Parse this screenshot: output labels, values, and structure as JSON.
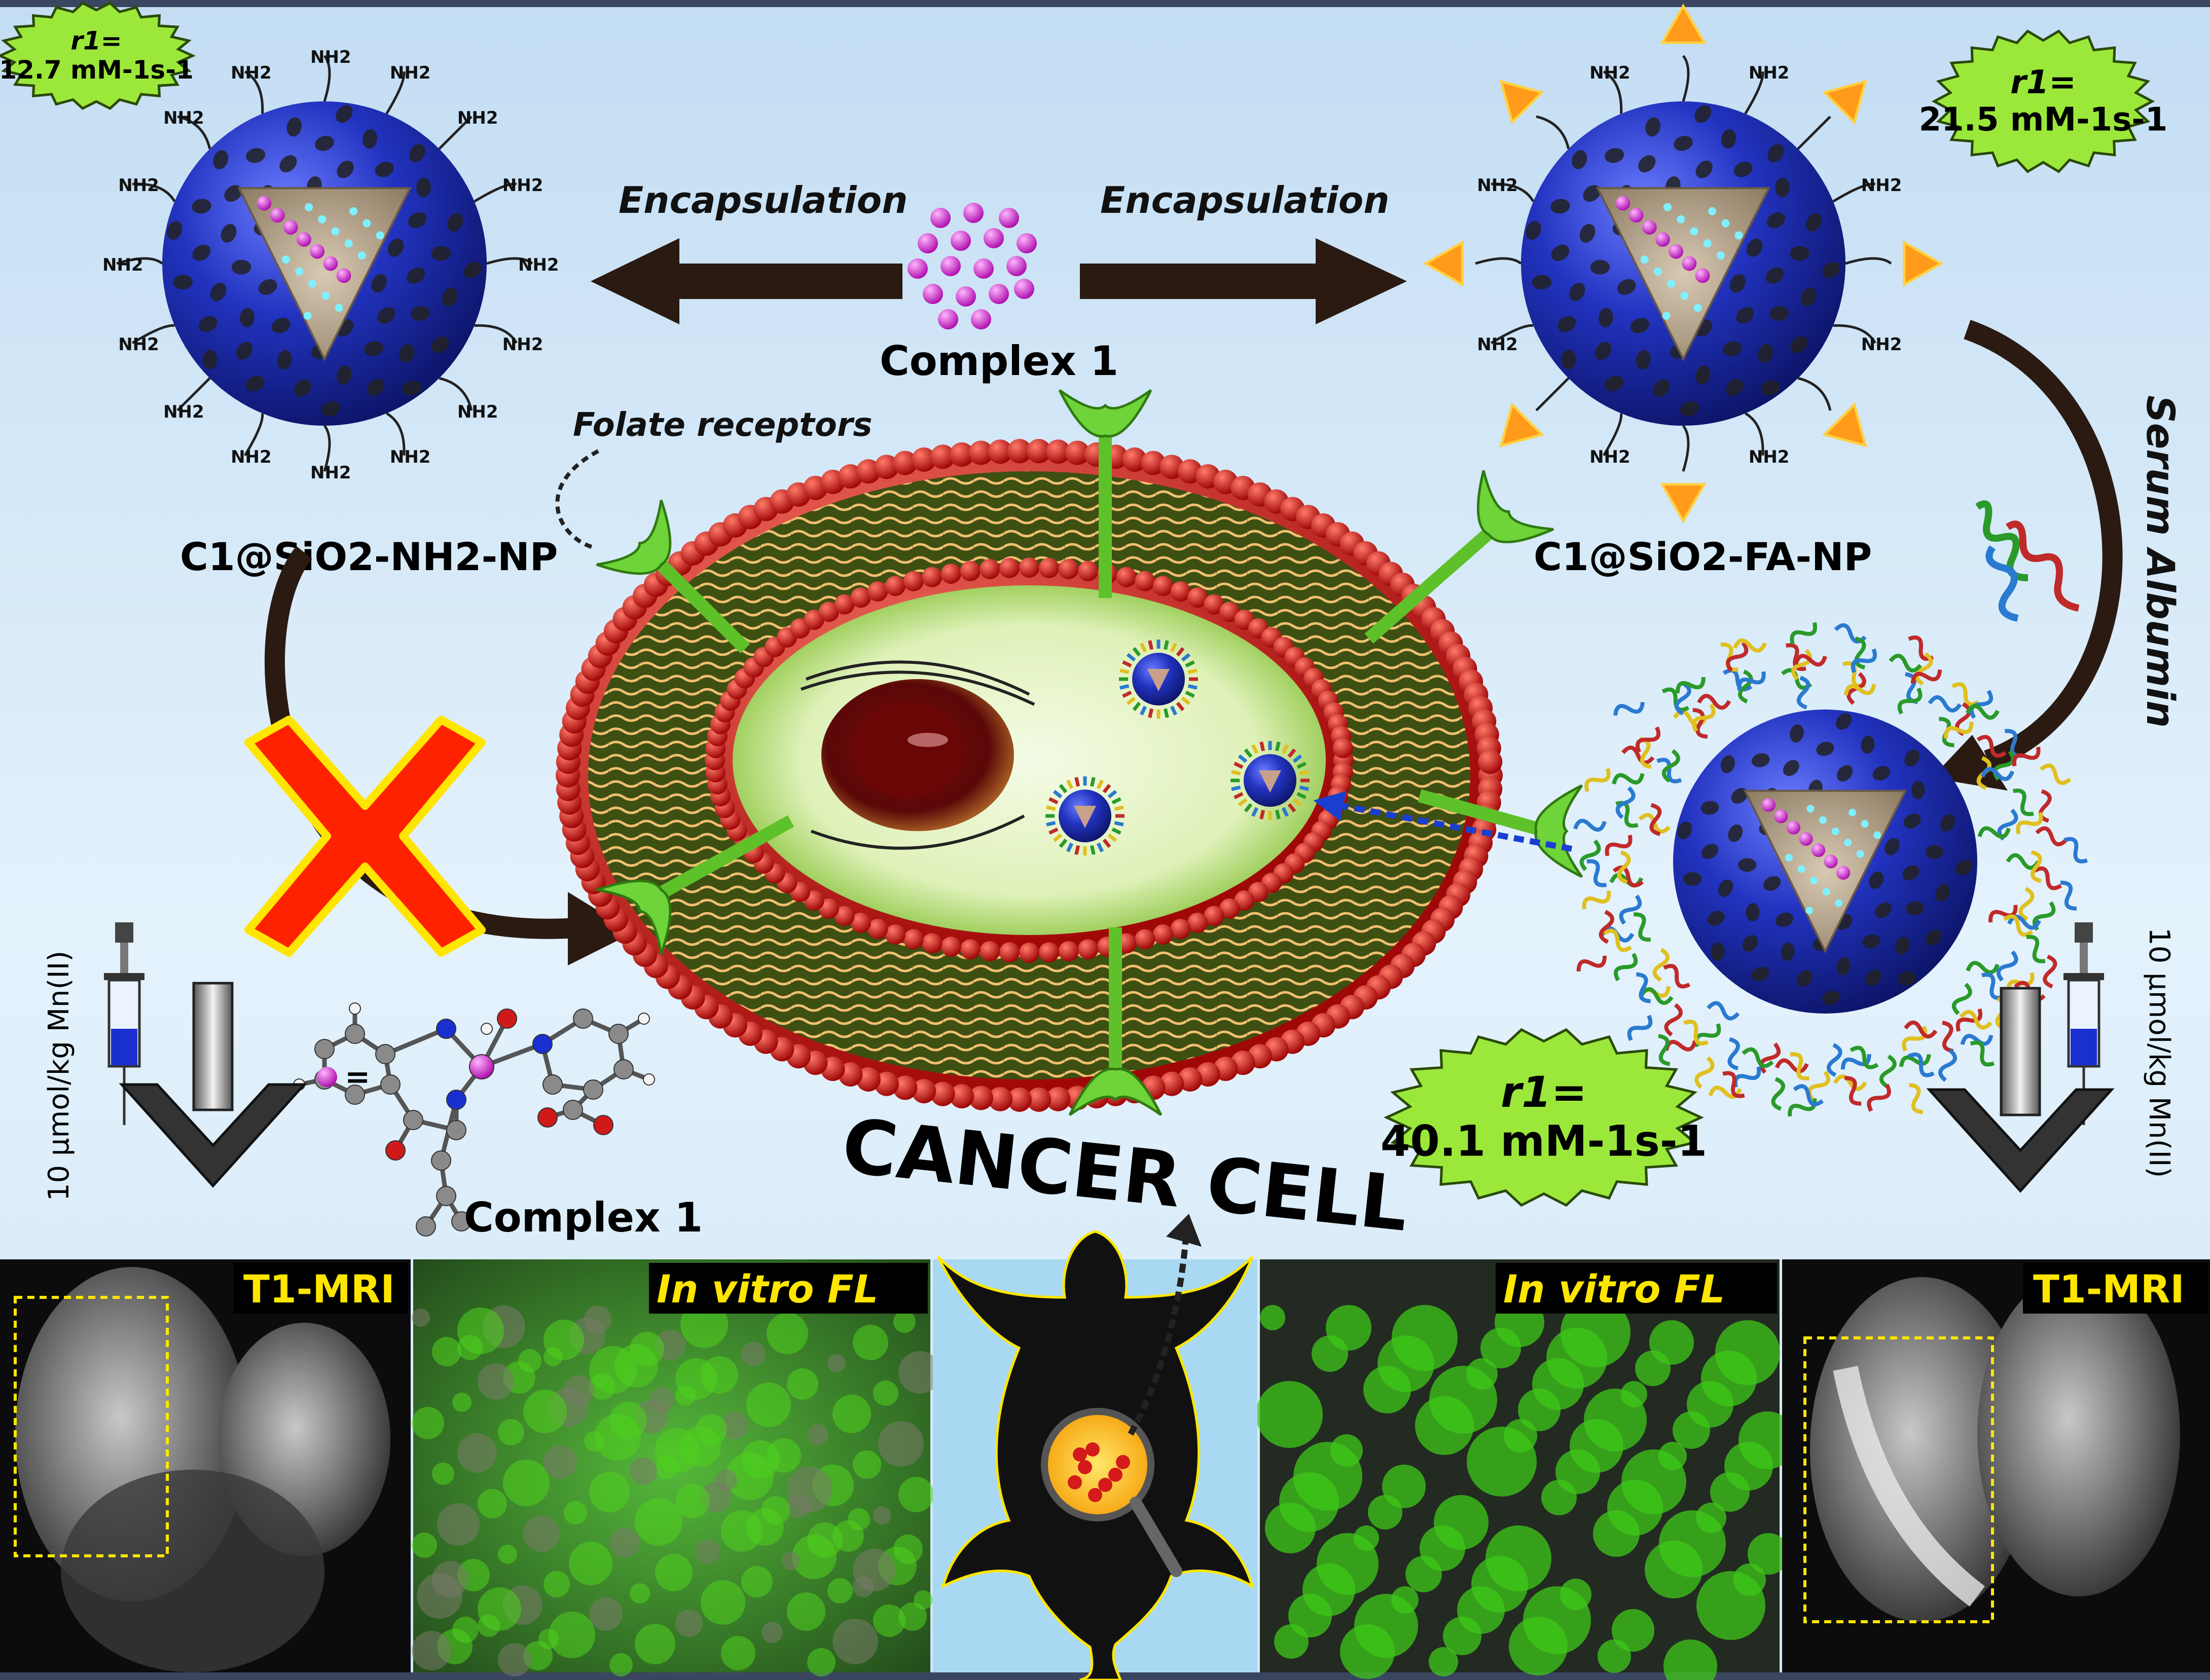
{
  "colors": {
    "border": "#3a4660",
    "background_top": "#bdd9f2",
    "background_mid": "#dceefb",
    "sphere_blue": "#1b2aa8",
    "lipid_red": "#d41a1a",
    "receptor_green": "#5fc12a",
    "cell_inner": "#e8f6c8",
    "starburst_green": "#9be83a",
    "cross_red": "#ff2200",
    "cross_yellow": "#ffe600",
    "arrow_brown": "#2a1a12",
    "folate_orange": "#ff9a1a",
    "magenta_dot": "#d02bd0",
    "cyan_dot": "#7ff0ff",
    "fl_green": "#44d31a"
  },
  "labels": {
    "encap_left": "Encapsulation",
    "encap_right": "Encapsulation",
    "complex_top": "Complex 1",
    "complex_bottom": "Complex 1",
    "folate_receptors": "Folate receptors",
    "np_left": "C1@SiO2-NH2-NP",
    "np_right": "C1@SiO2-FA-NP",
    "serum_albumin": "Serum Albumin",
    "cancer_cell": "CANCER CELL",
    "mn_equals": "=",
    "amine": "NH2"
  },
  "relaxivity": {
    "left": {
      "symbol": "r1=",
      "value": "12.7 mM-1s-1"
    },
    "right": {
      "symbol": "r1=",
      "value": "21.5 mM-1s-1"
    },
    "bottom": {
      "symbol": "r1=",
      "value": "40.1 mM-1s-1"
    }
  },
  "dose": {
    "left": "10 μmol/kg Mn(II)",
    "right": "10 μmol/kg Mn(II)"
  },
  "panels": {
    "mri_left": "T1-MRI",
    "fl_left": "In vitro FL",
    "fl_right": "In vitro FL",
    "mri_right": "T1-MRI"
  },
  "icons": [
    "syringe-icon",
    "down-arrow-icon",
    "mouse-silhouette-icon",
    "magnifier-icon",
    "cross-icon",
    "sphere-nanoparticle-icon",
    "folate-receptor-icon"
  ]
}
